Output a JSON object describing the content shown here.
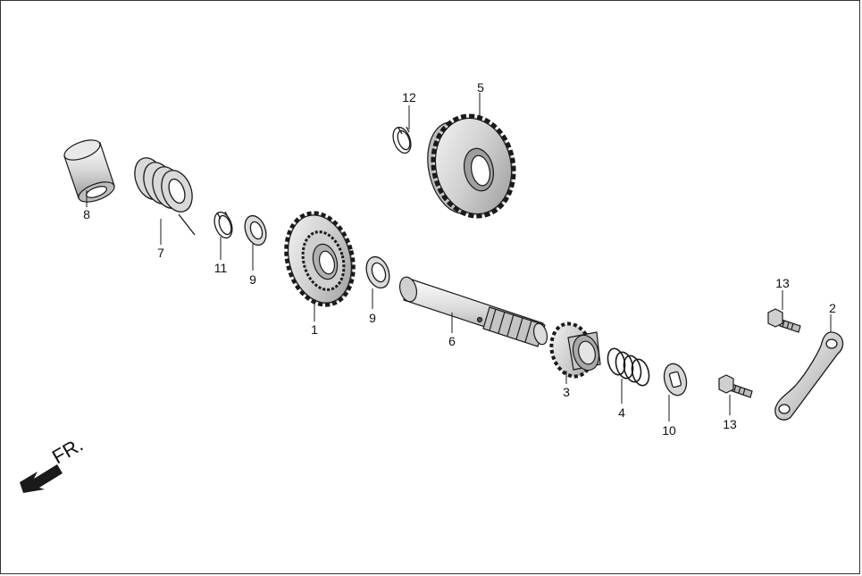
{
  "diagram": {
    "callouts": [
      {
        "id": "c1",
        "label": "1"
      },
      {
        "id": "c2",
        "label": "2"
      },
      {
        "id": "c3",
        "label": "3"
      },
      {
        "id": "c4",
        "label": "4"
      },
      {
        "id": "c5",
        "label": "5"
      },
      {
        "id": "c6",
        "label": "6"
      },
      {
        "id": "c7",
        "label": "7"
      },
      {
        "id": "c8",
        "label": "8"
      },
      {
        "id": "c9a",
        "label": "9"
      },
      {
        "id": "c9b",
        "label": "9"
      },
      {
        "id": "c10",
        "label": "10"
      },
      {
        "id": "c11",
        "label": "11"
      },
      {
        "id": "c12",
        "label": "12"
      },
      {
        "id": "c13a",
        "label": "13"
      },
      {
        "id": "c13b",
        "label": "13"
      }
    ],
    "direction_label": "FR."
  },
  "colors": {
    "line": "#1a1a1a",
    "metal_light": "#e6e6e6",
    "metal_mid": "#bdbdbd",
    "metal_dark": "#8a8a8a"
  }
}
